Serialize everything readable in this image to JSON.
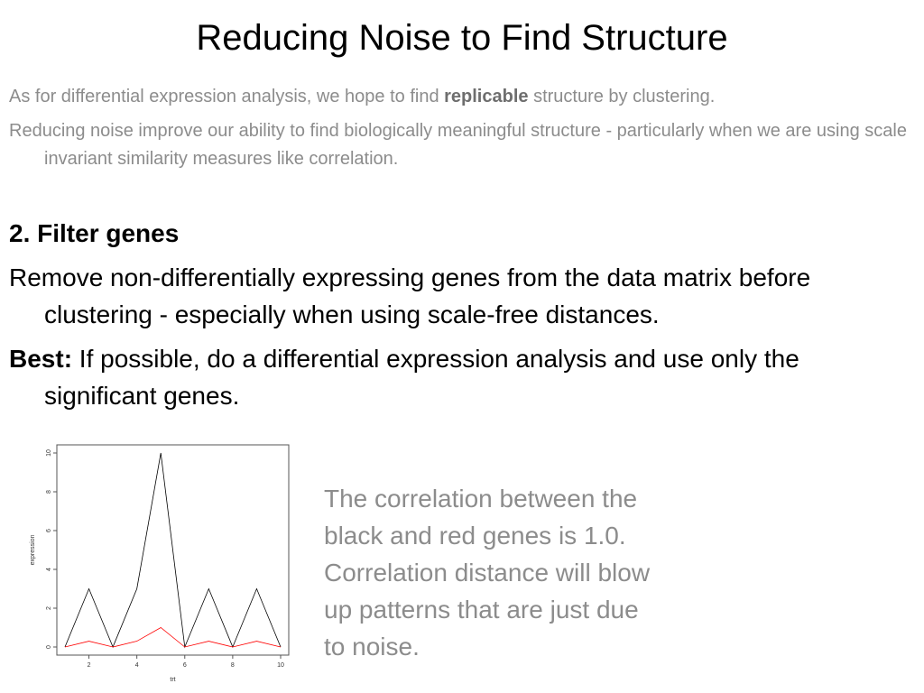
{
  "slide": {
    "title": "Reducing Noise to Find Structure",
    "intro": [
      {
        "before": "As for differential expression analysis, we hope to find ",
        "bold": "replicable",
        "after": " structure by clustering."
      },
      {
        "text": "Reducing noise improve our ability to find biologically meaningful structure - particularly when we are using scale invariant similarity measures like correlation."
      }
    ],
    "section_heading": "2. Filter genes",
    "body": [
      {
        "text": "Remove non-differentially expressing genes from the data matrix before clustering - especially when using scale-free distances."
      },
      {
        "bold": "Best:",
        "after": " If possible, do a differential expression analysis and use only the significant genes."
      }
    ],
    "caption": "The correlation between the\nblack and red genes is 1.0.\nCorrelation distance will blow\nup patterns that are just due\nto noise."
  },
  "colors": {
    "title": "#000000",
    "muted_text": "#8c8c8c",
    "black_gene": "#000000",
    "red_gene": "#ff0000"
  },
  "chart_data": {
    "type": "line",
    "xlabel": "trt",
    "ylabel": "expression",
    "xlim": [
      1,
      10
    ],
    "ylim": [
      0,
      10
    ],
    "xticks": [
      2,
      4,
      6,
      8,
      10
    ],
    "yticks": [
      0,
      2,
      4,
      6,
      8,
      10
    ],
    "grid": false,
    "x": [
      1,
      2,
      3,
      4,
      5,
      6,
      7,
      8,
      9,
      10
    ],
    "series": [
      {
        "color": "#000000",
        "values": [
          0,
          3,
          0,
          3,
          10,
          0,
          3,
          0,
          3,
          0
        ]
      },
      {
        "color": "#ff0000",
        "values": [
          0,
          0.3,
          0,
          0.3,
          1,
          0,
          0.3,
          0,
          0.3,
          0
        ]
      }
    ]
  }
}
